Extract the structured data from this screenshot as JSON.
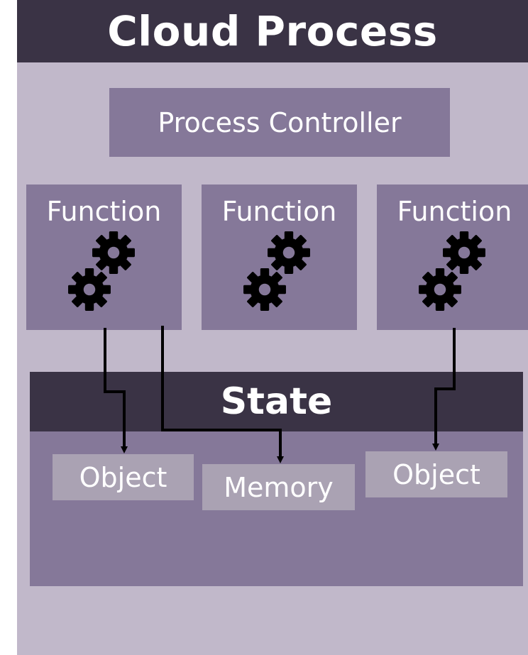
{
  "title": "Cloud Process",
  "controller": "Process Controller",
  "functions": [
    {
      "label": "Function",
      "icon": "gears-icon"
    },
    {
      "label": "Function",
      "icon": "gears-icon"
    },
    {
      "label": "Function",
      "icon": "gears-icon"
    }
  ],
  "state": {
    "title": "State",
    "items": [
      "Object",
      "Memory",
      "Object"
    ]
  },
  "colors": {
    "dark": "#3a3345",
    "panel": "#c1b8ca",
    "box": "#857899",
    "item": "#aaa2b3"
  }
}
